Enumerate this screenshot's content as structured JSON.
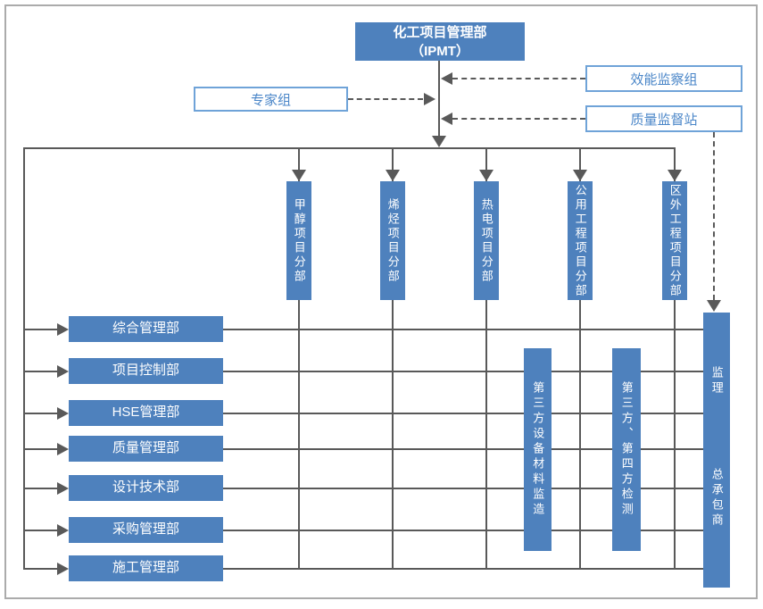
{
  "title_box": {
    "line1": "化工项目管理部",
    "line2": "（IPMT）"
  },
  "advisory": {
    "expert_group": "专家组",
    "efficiency_supervision": "效能监察组",
    "quality_supervision": "质量监督站"
  },
  "project_divisions": [
    "甲醇项目分部",
    "烯烃项目分部",
    "热电项目分部",
    "公用工程项目分部",
    "区外工程项目分部"
  ],
  "functional_departments": [
    "综合管理部",
    "项目控制部",
    "HSE管理部",
    "质量管理部",
    "设计技术部",
    "采购管理部",
    "施工管理部"
  ],
  "third_party_columns": [
    "第三方设备材料监造",
    "第三方、第四方检测"
  ],
  "contractor_column": {
    "supervision": "监理",
    "general_contractor": "总承包商"
  },
  "colors": {
    "node_fill": "#4e81bd",
    "node_text": "#ffffff",
    "outline_border": "#6fa3d8",
    "outline_text": "#4a86c8",
    "connector": "#595959",
    "frame_border": "#ababab"
  }
}
